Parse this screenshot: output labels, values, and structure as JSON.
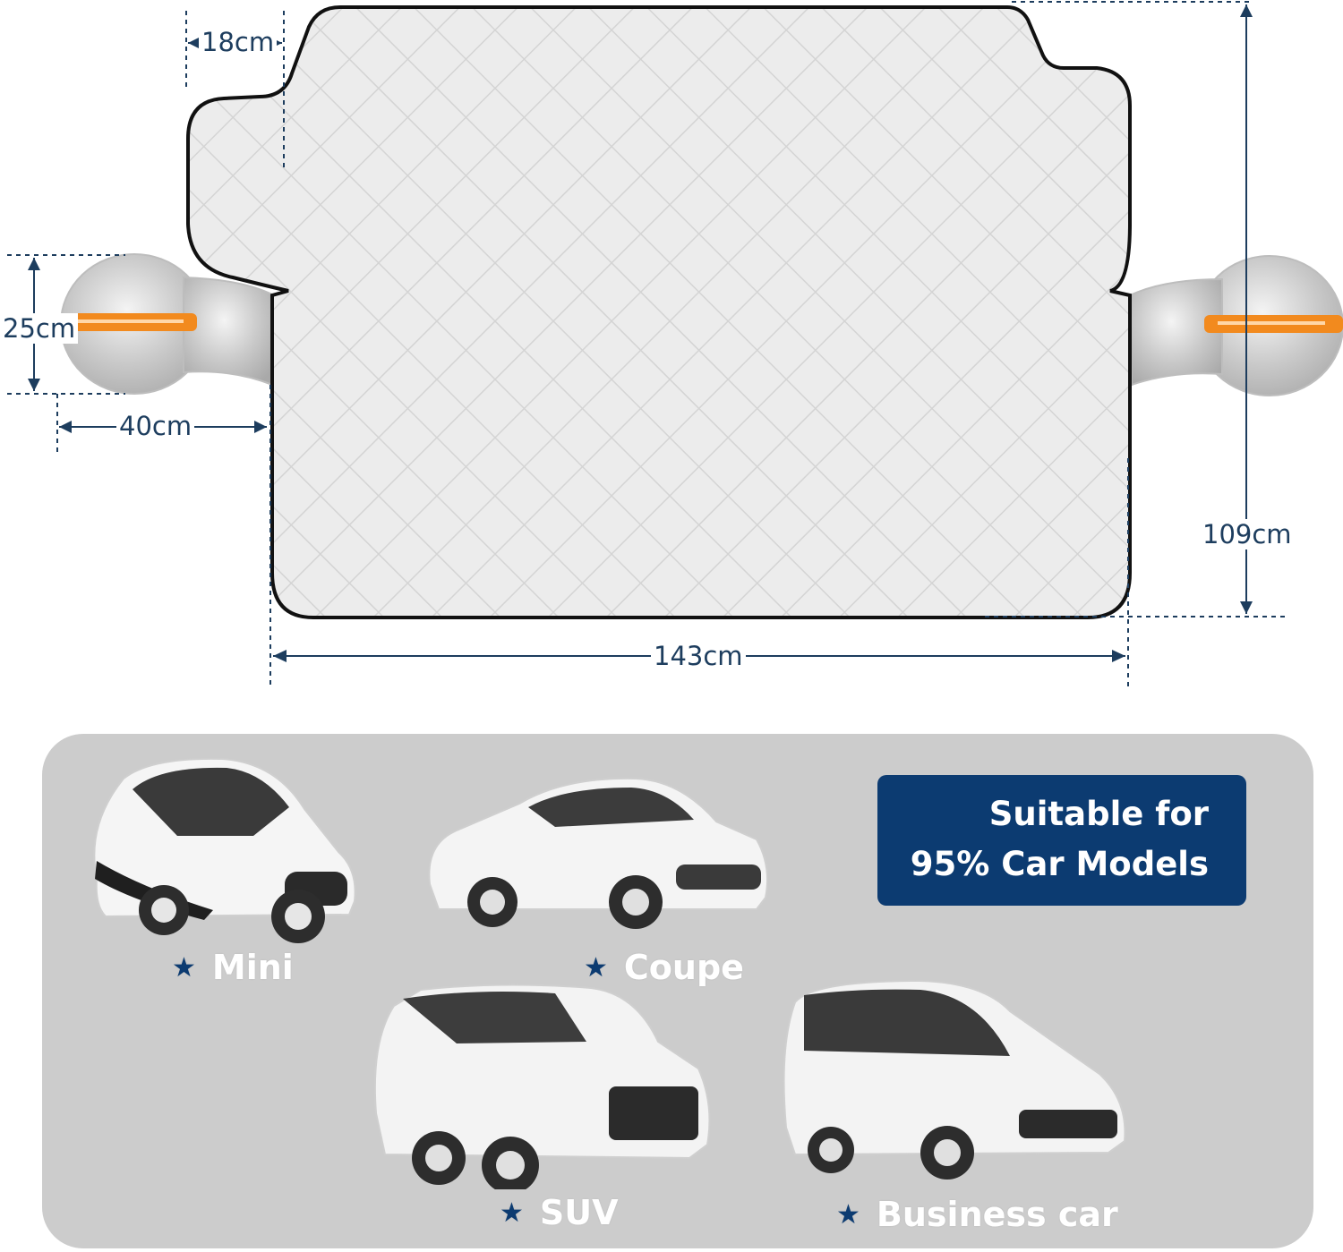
{
  "dimensions": {
    "ear_width": "18cm",
    "mirror_height": "25cm",
    "mirror_width": "40cm",
    "cover_height": "109cm",
    "cover_width": "143cm"
  },
  "badge": {
    "line1": "Suitable for",
    "line2": "95% Car Models"
  },
  "models": [
    {
      "name": "Mini"
    },
    {
      "name": "Coupe"
    },
    {
      "name": "SUV"
    },
    {
      "name": "Business car"
    }
  ],
  "colors": {
    "accent": "#0c3b71",
    "dimension_line": "#1d3d5e",
    "panel": "#cccccc",
    "strap": "#f28a1e"
  },
  "icons": [
    "star-icon"
  ]
}
